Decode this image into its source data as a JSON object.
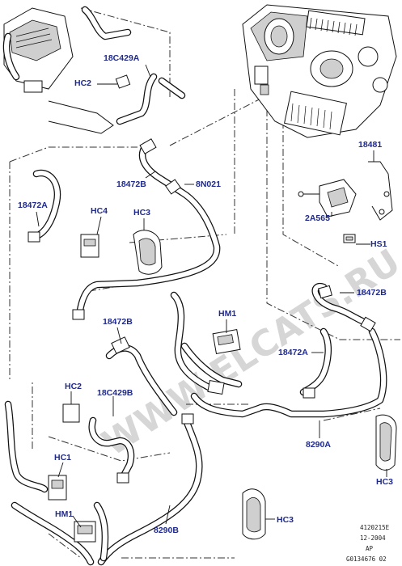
{
  "diagram": {
    "callouts": [
      {
        "id": "18c429a-top",
        "text": "18C429A"
      },
      {
        "id": "hc2-top",
        "text": "HC2"
      },
      {
        "id": "18481",
        "text": "18481"
      },
      {
        "id": "18472b-top",
        "text": "18472B"
      },
      {
        "id": "8n021",
        "text": "8N021"
      },
      {
        "id": "18472a-left",
        "text": "18472A"
      },
      {
        "id": "hc4",
        "text": "HC4"
      },
      {
        "id": "hc3-mid",
        "text": "HC3"
      },
      {
        "id": "2a565",
        "text": "2A565"
      },
      {
        "id": "hs1",
        "text": "HS1"
      },
      {
        "id": "18472b-right",
        "text": "18472B"
      },
      {
        "id": "hm1-mid",
        "text": "HM1"
      },
      {
        "id": "18472b-mid",
        "text": "18472B"
      },
      {
        "id": "18472a-right",
        "text": "18472A"
      },
      {
        "id": "hc2-bottom",
        "text": "HC2"
      },
      {
        "id": "18c429b",
        "text": "18C429B"
      },
      {
        "id": "8290a",
        "text": "8290A"
      },
      {
        "id": "hc1",
        "text": "HC1"
      },
      {
        "id": "hc3-right",
        "text": "HC3"
      },
      {
        "id": "hm1-bottom",
        "text": "HM1"
      },
      {
        "id": "hc3-bottom",
        "text": "HC3"
      },
      {
        "id": "8290b",
        "text": "8290B"
      }
    ],
    "reference": {
      "line1": "4120215E",
      "line2": "12-2004",
      "line3": "AP",
      "line4": "G0134676 02"
    },
    "watermark": "WWW.ELCATS.RU",
    "colors": {
      "callout": "#1f2a8c",
      "lines": "#111111",
      "watermark": "#d6d6d6"
    }
  }
}
